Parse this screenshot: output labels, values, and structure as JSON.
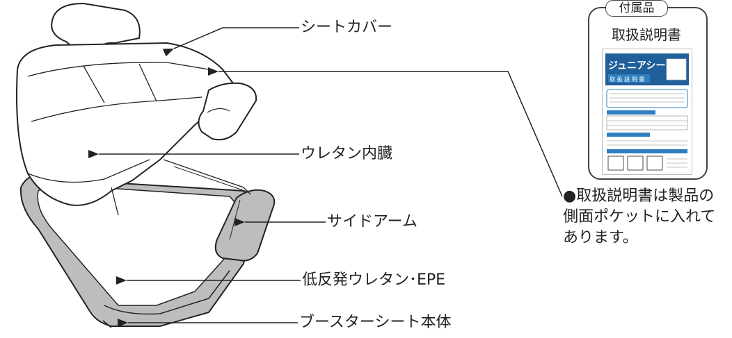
{
  "labels": {
    "seat_cover": "シートカバー",
    "urethane_inside": "ウレタン内臓",
    "side_arm": "サイドアーム",
    "low_rebound": "低反発ウレタン･EPE",
    "booster_body": "ブースターシート本体"
  },
  "accessory": {
    "badge": "付属品",
    "title": "取扱説明書",
    "booklet_title": "ジュニアシート",
    "booklet_subtitle": "取 扱 説 明 書"
  },
  "note": {
    "bullet": "●",
    "line1": "取扱説明書は製品の",
    "line2": "側面ポケットに入れて",
    "line3": "あります。"
  },
  "colors": {
    "outline": "#222222",
    "gray_part": "#bdbdbd",
    "booklet_blue": "#2f7fc0",
    "booklet_header": "#1f5f9a"
  }
}
